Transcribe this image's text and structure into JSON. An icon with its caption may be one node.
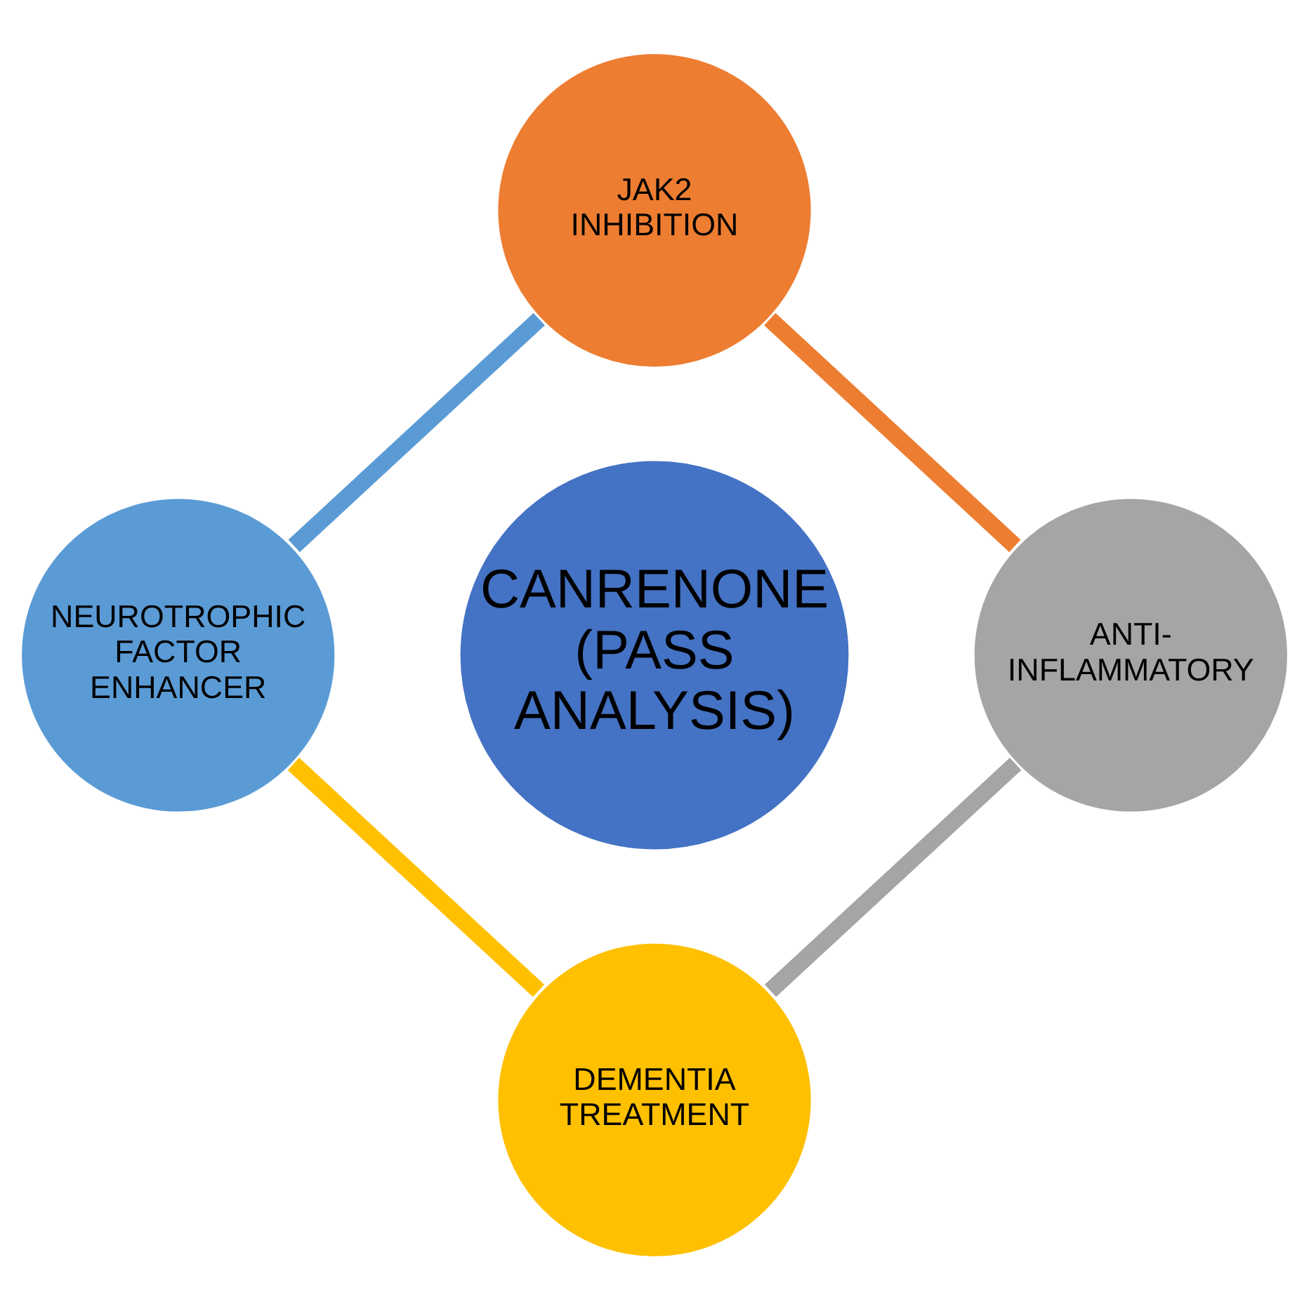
{
  "diagram": {
    "nodes": [
      {
        "text": [
          "JAK2 INHIBITION"
        ]
      },
      {
        "text": [
          "NEUROTROPHIC FACTOR ENHANCER"
        ]
      },
      {
        "text": [
          "CANRENONE (PASS ANALYSIS)"
        ]
      },
      {
        "text": [
          "ANTI-INFLAMMATORY"
        ]
      },
      {
        "text": [
          "DEMENTIA TREATMENT"
        ]
      }
    ],
    "edges": [
      {
        "from": 0,
        "to": 3,
        "arrow": "none",
        "color": "#ed7d31"
      },
      {
        "from": 3,
        "to": 4,
        "arrow": "none",
        "color": "#a5a5a5"
      },
      {
        "from": 4,
        "to": 1,
        "arrow": "none",
        "color": "#ffc000"
      },
      {
        "from": 1,
        "to": 0,
        "arrow": "none",
        "color": "#5b9bd5"
      }
    ]
  }
}
